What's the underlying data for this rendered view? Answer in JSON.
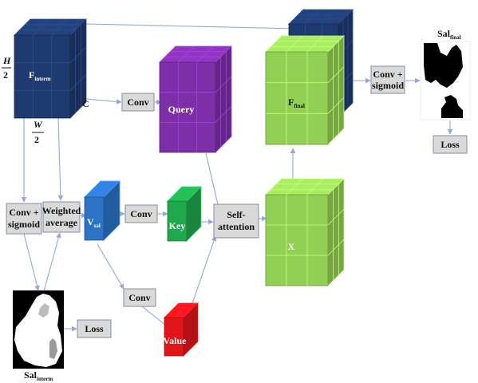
{
  "cubes": {
    "f_interm": {
      "main": "F",
      "sub": "interm"
    },
    "query": {
      "label": "Query"
    },
    "f_final": {
      "main": "F",
      "sub": "final"
    },
    "x": {
      "label": "X"
    },
    "v_sal": {
      "main": "V",
      "sub": "sal"
    },
    "key": {
      "label": "Key"
    },
    "value": {
      "label": "Value"
    }
  },
  "dims": {
    "height_num": "H",
    "height_den": "2",
    "width_num": "W",
    "width_den": "2",
    "channels": "C"
  },
  "boxes": {
    "conv_top": "Conv",
    "conv_sigmoid_top_1": "Conv +",
    "conv_sigmoid_top_2": "sigmoid",
    "loss_top": "Loss",
    "conv_sigmoid_left_1": "Conv +",
    "conv_sigmoid_left_2": "sigmoid",
    "weighted_avg_1": "Weighted",
    "weighted_avg_2": "average",
    "conv_key": "Conv",
    "conv_value": "Conv",
    "self_attention_1": "Self-",
    "self_attention_2": "attention",
    "loss_bottom": "Loss"
  },
  "maps": {
    "sal_final": {
      "main": "Sal",
      "sub": "final"
    },
    "sal_interm": {
      "main": "Sal",
      "sub": "interm"
    }
  },
  "colors": {
    "navy": "#1f3a6e",
    "purple": "#7d2fa8",
    "green": "#93cf55",
    "blue": "#2c73c6",
    "key_green": "#20a84c",
    "red": "#e0151a",
    "box_fill": "#d9d9d9",
    "arrow": "#8fa9d9"
  }
}
